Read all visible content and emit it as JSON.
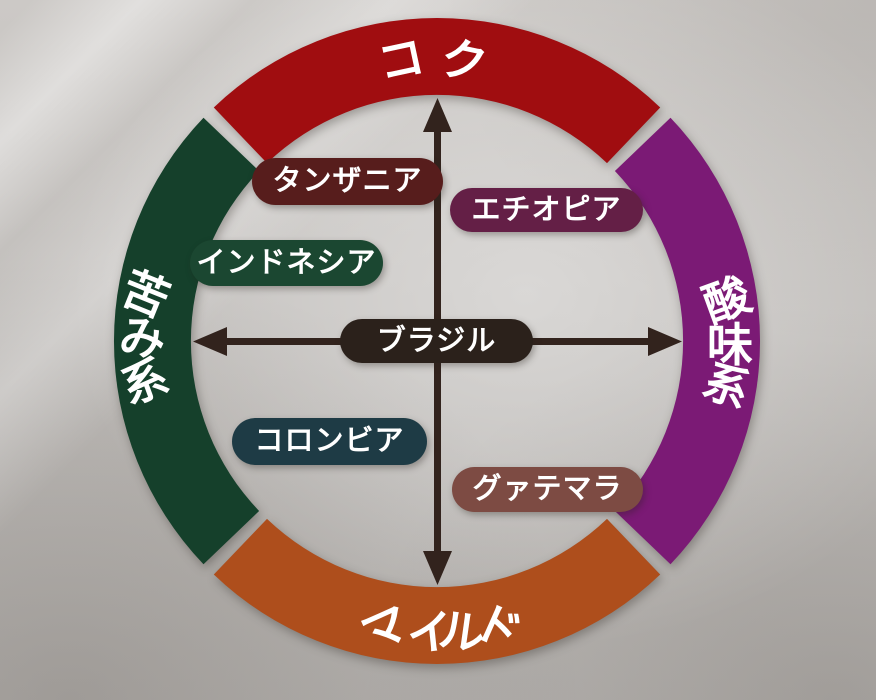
{
  "diagram": {
    "axes": {
      "top_label": "コク",
      "right_label": "酸味系",
      "bottom_label": "マイルド",
      "left_label": "苦み系",
      "line_color": "#32231d"
    },
    "arcs": {
      "top": {
        "chars": [
          "コ",
          "ク"
        ],
        "color": "#a00d10"
      },
      "right": {
        "chars": [
          "酸",
          "味",
          "系"
        ],
        "color": "#7b1a75"
      },
      "bottom": {
        "chars": [
          "マ",
          "イ",
          "ル",
          "ド"
        ],
        "color": "#ae4e1c"
      },
      "left": {
        "chars": [
          "苦",
          "み",
          "系"
        ],
        "color": "#15402b"
      }
    },
    "text_color": "#ffffff",
    "beans": [
      {
        "name": "タンザニア",
        "color": "#571d1c",
        "quadrant": "bitter-rich"
      },
      {
        "name": "エチオピア",
        "color": "#641f46",
        "quadrant": "acid-rich"
      },
      {
        "name": "インドネシア",
        "color": "#1b4731",
        "quadrant": "bitter-rich"
      },
      {
        "name": "ブラジル",
        "color": "#2b211b",
        "quadrant": "center"
      },
      {
        "name": "コロンビア",
        "color": "#1e3b45",
        "quadrant": "bitter-mild"
      },
      {
        "name": "グァテマラ",
        "color": "#7d4b43",
        "quadrant": "acid-mild"
      }
    ]
  }
}
